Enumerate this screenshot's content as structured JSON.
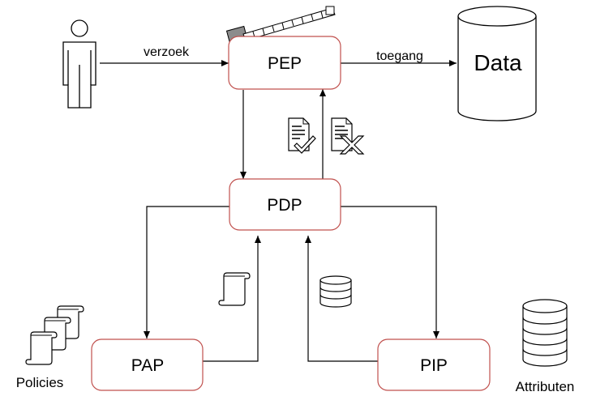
{
  "nodes": {
    "pep": "PEP",
    "pdp": "PDP",
    "pap": "PAP",
    "pip": "PIP",
    "data": "Data"
  },
  "edges": {
    "request": "verzoek",
    "access": "toegang"
  },
  "captions": {
    "policies": "Policies",
    "attributes": "Attributen"
  },
  "colors": {
    "box_border": "#c0504d",
    "line": "#000000",
    "icon_fill": "#ffffff",
    "hammer_head": "#8c8c8c"
  }
}
